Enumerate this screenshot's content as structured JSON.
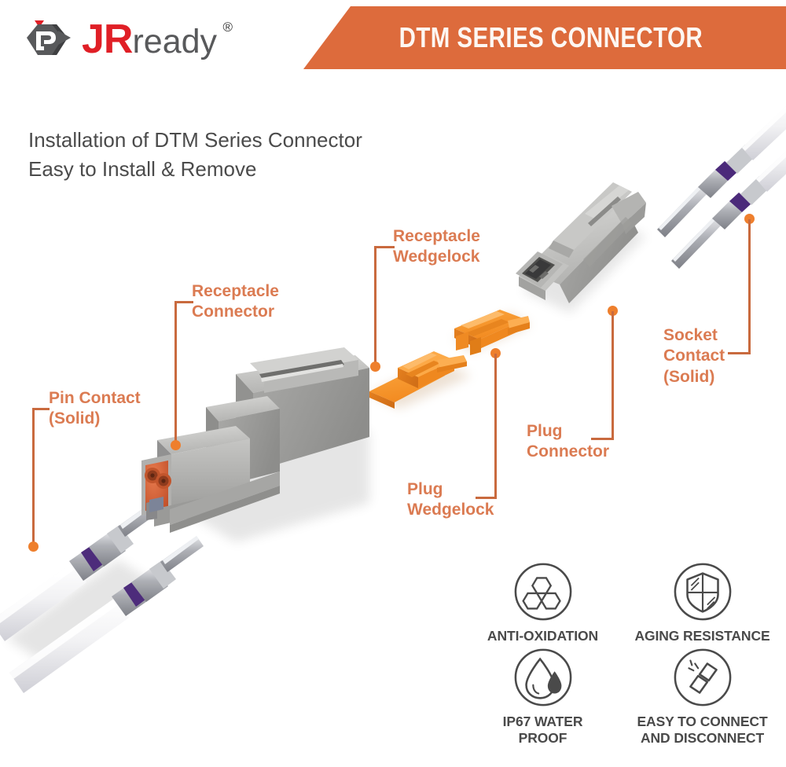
{
  "colors": {
    "banner_orange": "#DD6B3C",
    "label_orange": "#DB7B52",
    "leader_orange": "#C96A3E",
    "dot_orange": "#EE7F2D",
    "part_orange": "#F7922E",
    "logo_red": "#E01F26",
    "logo_gray": "#58595B",
    "body_gray": "#4B4B4B",
    "connector_gray": "#ACACAC",
    "seal_orange": "#D4622F"
  },
  "header": {
    "banner_title": "DTM SERIES CONNECTOR",
    "logo": {
      "mark_name": "jrready-hex-logo",
      "word_jr": "JR",
      "word_ready": "ready",
      "registered_mark": "®"
    }
  },
  "subtitle": {
    "line1": "Installation of DTM Series Connector",
    "line2": "Easy to Install & Remove"
  },
  "callouts": [
    {
      "id": "pin-contact",
      "text": "Pin Contact\n(Solid)"
    },
    {
      "id": "receptacle-connector",
      "text": "Receptacle\nConnector"
    },
    {
      "id": "receptacle-wedgelock",
      "text": "Receptacle\nWedgelock"
    },
    {
      "id": "plug-wedgelock",
      "text": "Plug\nWedgelock"
    },
    {
      "id": "plug-connector",
      "text": "Plug\nConnector"
    },
    {
      "id": "socket-contact",
      "text": "Socket\nContact\n(Solid)"
    }
  ],
  "features": [
    {
      "id": "anti-oxidation",
      "icon": "hexagons-icon",
      "label": "ANTI-OXIDATION"
    },
    {
      "id": "aging-resistance",
      "icon": "shield-icon",
      "label": "AGING RESISTANCE"
    },
    {
      "id": "ip67-waterproof",
      "icon": "water-drop-icon",
      "label": "IP67 WATER\nPROOF"
    },
    {
      "id": "easy-connect",
      "icon": "broken-link-icon",
      "label": "EASY TO CONNECT\nAND DISCONNECT"
    }
  ]
}
